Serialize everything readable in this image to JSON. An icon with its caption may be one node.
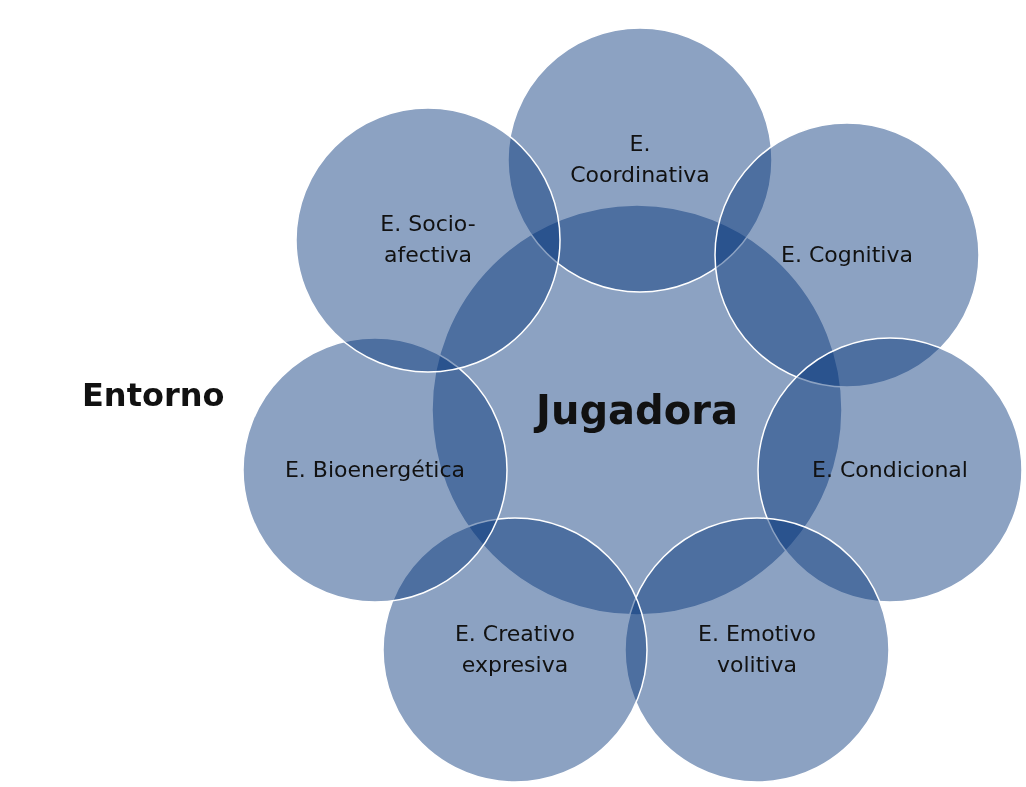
{
  "diagram": {
    "nodes": [
      {
        "text": [
          "Jugadora"
        ]
      },
      {
        "text": [
          "E. Coordinativa"
        ]
      },
      {
        "text": [
          "E. Cognitiva"
        ]
      },
      {
        "text": [
          "E. Condicional"
        ]
      },
      {
        "text": [
          "E. Emotivo volitiva"
        ]
      },
      {
        "text": [
          "E. Creativo expresiva"
        ]
      },
      {
        "text": [
          "E. Bioenergética"
        ]
      },
      {
        "text": [
          "E. Socio-afectiva"
        ]
      }
    ],
    "edges": [],
    "labels": [
      "Entorno"
    ]
  }
}
